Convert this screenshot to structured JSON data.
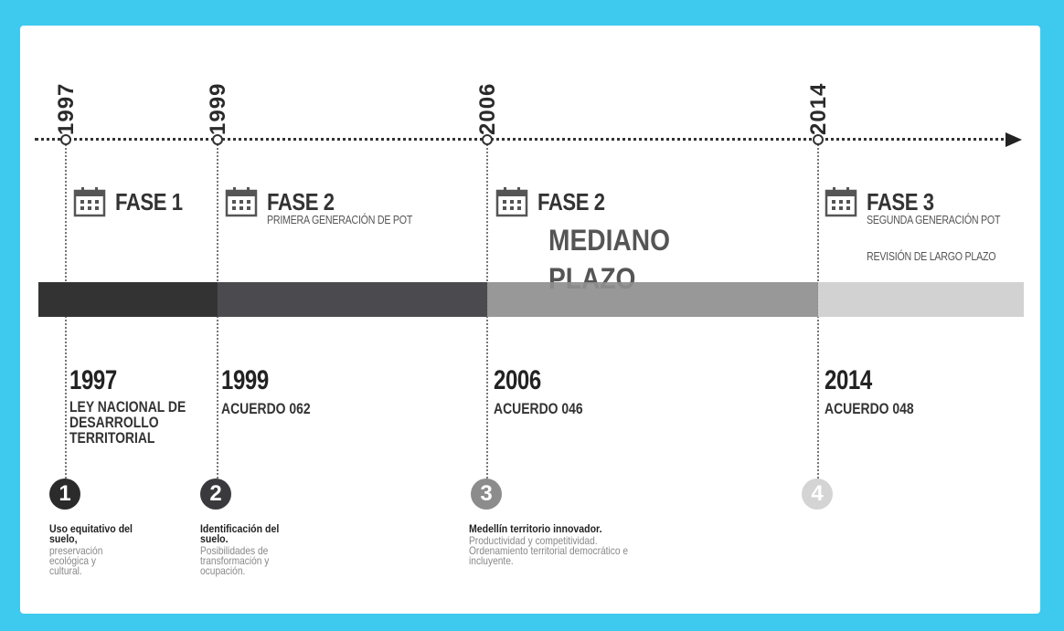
{
  "timeline": {
    "years": [
      "1997",
      "1999",
      "2006",
      "2014"
    ]
  },
  "phases": [
    {
      "title": "FASE 1",
      "subtitle": ""
    },
    {
      "title": "FASE 2",
      "subtitle": "PRIMERA GENERACIÓN DE POT"
    },
    {
      "title": "FASE 2",
      "subtitle": "MEDIANO PLAZO"
    },
    {
      "title": "FASE 3",
      "subtitle": "SEGUNDA GENERACIÓN POT",
      "subtitle2": "REVISIÓN DE LARGO PLAZO"
    }
  ],
  "bar_colors": [
    "#333333",
    "#4b4b4f",
    "#8f8f8f",
    "#d2d2d2"
  ],
  "milestones": [
    {
      "year": "1997",
      "text": "LEY NACIONAL DE DESARROLLO TERRITORIAL"
    },
    {
      "year": "1999",
      "text": "ACUERDO 062"
    },
    {
      "year": "2006",
      "text": "ACUERDO 046"
    },
    {
      "year": "2014",
      "text": "ACUERDO 048"
    }
  ],
  "steps": [
    {
      "number": "1",
      "color": "#2b2b2b",
      "title": "Uso equitativo del suelo,",
      "text": "preservación ecológica y cultural."
    },
    {
      "number": "2",
      "color": "#3a3a3e",
      "title": "Identificación del suelo.",
      "text": "Posibilidades de transformación y ocupación."
    },
    {
      "number": "3",
      "color": "#8c8c8c",
      "title": "Medellín territorio innovador.",
      "text": "Productividad y competitividad. Ordenamiento territorial democrático e incluyente."
    },
    {
      "number": "4",
      "color": "#d4d4d4",
      "title": "",
      "text": ""
    }
  ],
  "icons": [
    "calendar-icon",
    "arrow-right-icon"
  ],
  "colors": {
    "frame": "#3ec9ee",
    "background": "#ffffff"
  }
}
